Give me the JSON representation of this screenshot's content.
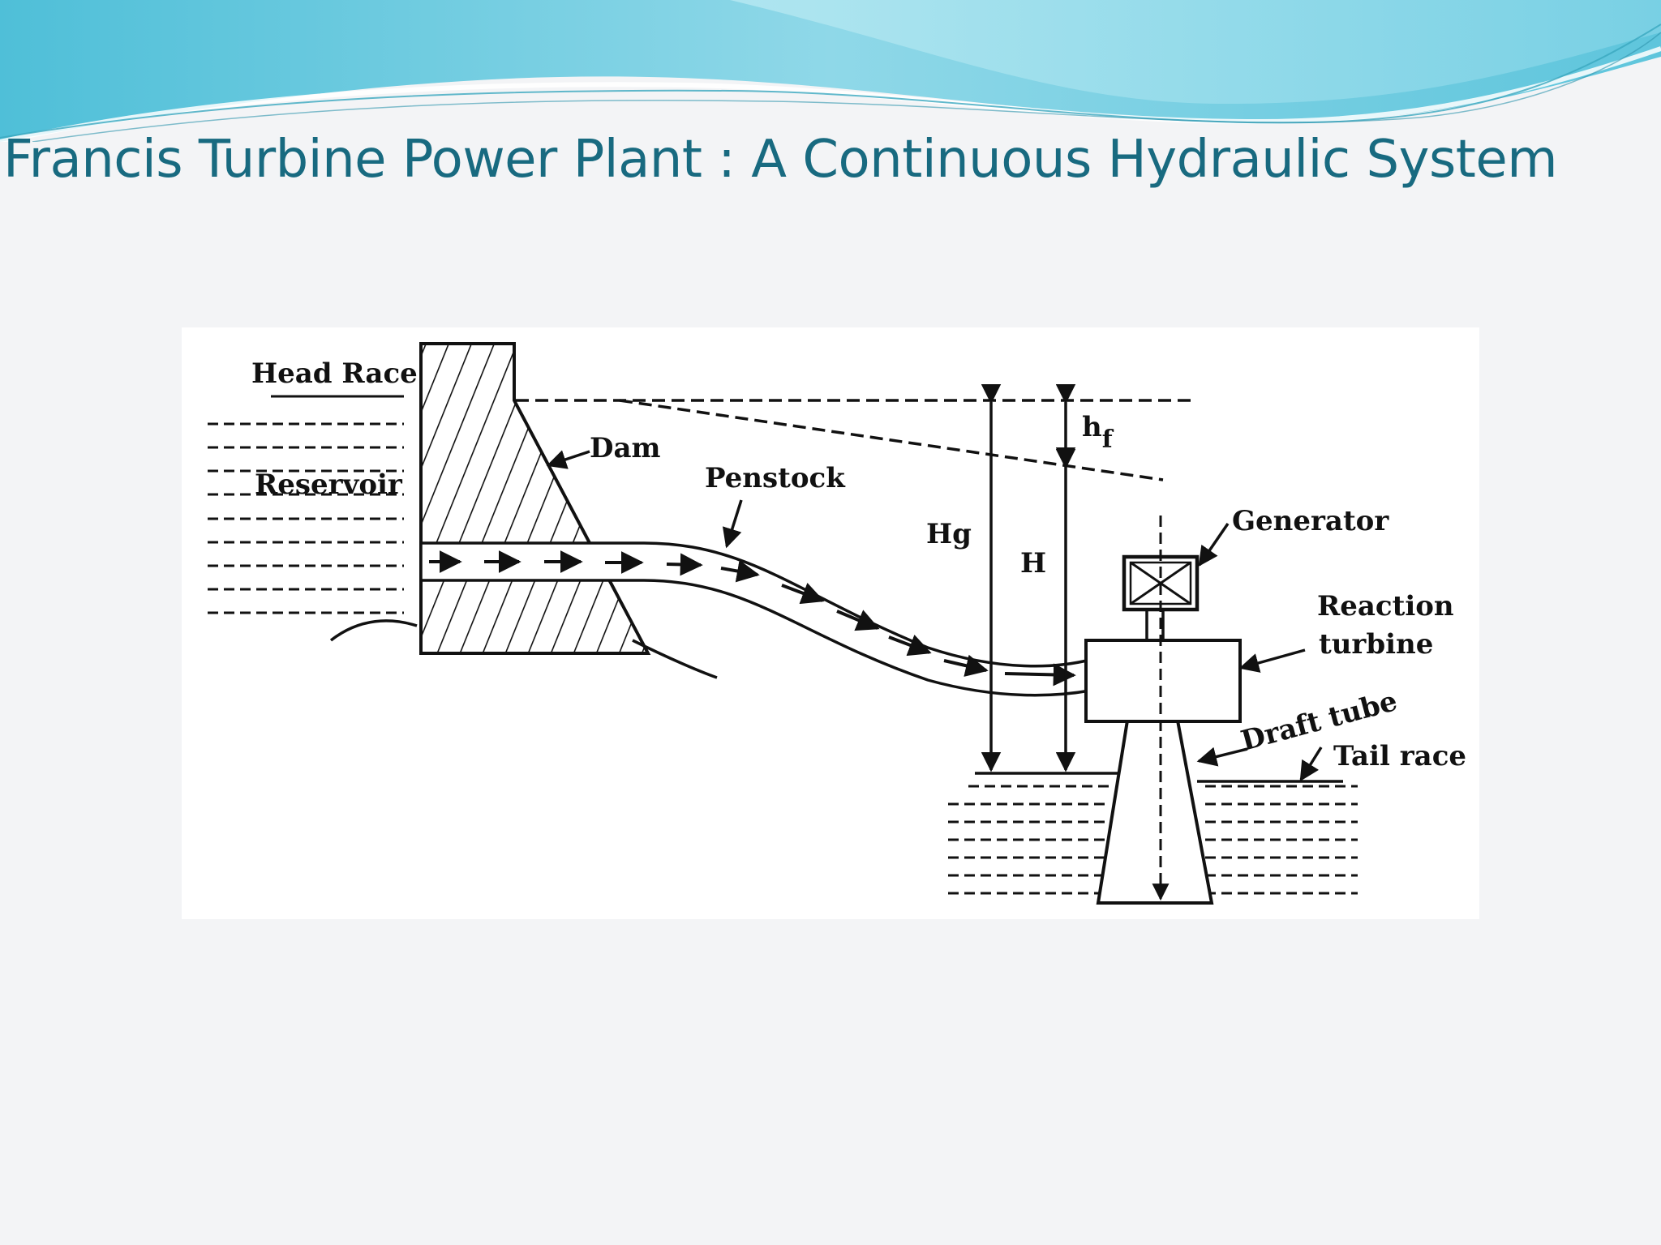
{
  "slide": {
    "title": "Francis Turbine Power Plant : A Continuous Hydraulic System",
    "accent_color": "#186a80",
    "banner_colors": [
      "#5ec5dc",
      "#a9e3ee",
      "#ffffff"
    ]
  },
  "diagram": {
    "labels": {
      "head_race": "Head Race",
      "dam": "Dam",
      "reservoir": "Reservoir",
      "penstock": "Penstock",
      "hg": "Hg",
      "h": "H",
      "hf_base": "h",
      "hf_sub": "f",
      "generator": "Generator",
      "reaction": "Reaction",
      "turbine": "turbine",
      "draft_tube": "Draft tube",
      "tail_race": "Tail race"
    }
  }
}
